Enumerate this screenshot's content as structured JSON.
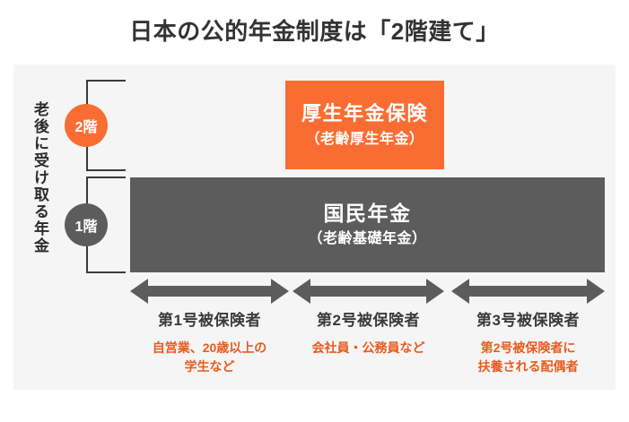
{
  "title": "日本の公的年金制度は「2階建て」",
  "side_label": "老後に受け取る年金",
  "colors": {
    "orange": "#F96D33",
    "orange_text": "#EA5B1C",
    "gray": "#5C5C5C",
    "panel_bg": "#F5F5F5",
    "title_text": "#333333",
    "bracket": "#3A3A3A"
  },
  "floors": [
    {
      "badge": "2階",
      "color": "#F96D33"
    },
    {
      "badge": "1階",
      "color": "#5C5C5C"
    }
  ],
  "tiers": [
    {
      "name": "厚生年金保険",
      "sub": "（老齢厚生年金）",
      "color": "#F96D33"
    },
    {
      "name": "国民年金",
      "sub": "（老齢基礎年金）",
      "color": "#5C5C5C"
    }
  ],
  "categories": [
    {
      "title": "第1号被保険者",
      "desc_line1": "自営業、20歳以上の",
      "desc_line2": "学生など"
    },
    {
      "title": "第2号被保険者",
      "desc_line1": "会社員・公務員など",
      "desc_line2": ""
    },
    {
      "title": "第3号被保険者",
      "desc_line1": "第2号被保険者に",
      "desc_line2": "扶養される配偶者"
    }
  ]
}
